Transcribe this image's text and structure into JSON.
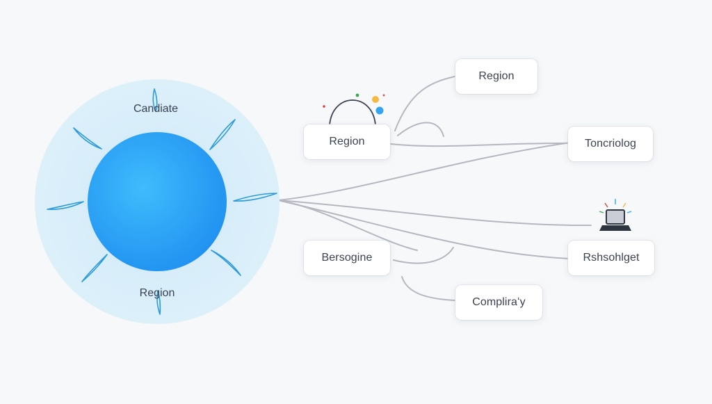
{
  "hub": {
    "top_label": "Candiate",
    "bottom_label": "Region"
  },
  "nodes": [
    {
      "id": "region-top",
      "label": "Region"
    },
    {
      "id": "region-mid",
      "label": "Region"
    },
    {
      "id": "toncriolog",
      "label": "Toncriolog"
    },
    {
      "id": "bersogine",
      "label": "Bersogine"
    },
    {
      "id": "rshsohlget",
      "label": "Rshsohlget"
    },
    {
      "id": "complira",
      "label": "Compliraʻy"
    }
  ],
  "icons": {
    "laptop": "laptop-icon",
    "arch": "arch-icon"
  },
  "colors": {
    "halo": "#d6ecf8",
    "core_start": "#38b6fb",
    "core_end": "#1e8ef0",
    "blade": "#2d9bd8",
    "connector": "#b4b7c0",
    "background": "#f7f8fa",
    "dot_red": "#d64545",
    "dot_green": "#3aa857",
    "dot_yellow": "#f4b942",
    "dot_blue": "#35a4f0"
  }
}
